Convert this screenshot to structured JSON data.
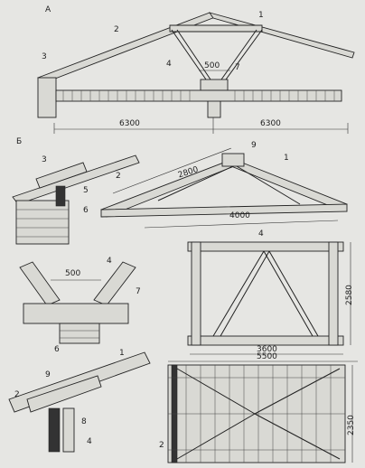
{
  "sections": {
    "a": "А",
    "b": "Б"
  },
  "labels": {
    "n1": "1",
    "n2": "2",
    "n3": "3",
    "n4": "4",
    "n5": "5",
    "n6": "6",
    "n7": "7",
    "n8": "8",
    "n9": "9"
  },
  "dimensions": {
    "span_left": "6300",
    "span_right": "6300",
    "strut_gap_top": "500",
    "rafter_len": "2800",
    "truss_base": "4000",
    "strut_gap_detail": "500",
    "frame_height": "2580",
    "frame_width_inner": "3600",
    "frame_width_outer": "5500",
    "plan_width": "2350"
  }
}
